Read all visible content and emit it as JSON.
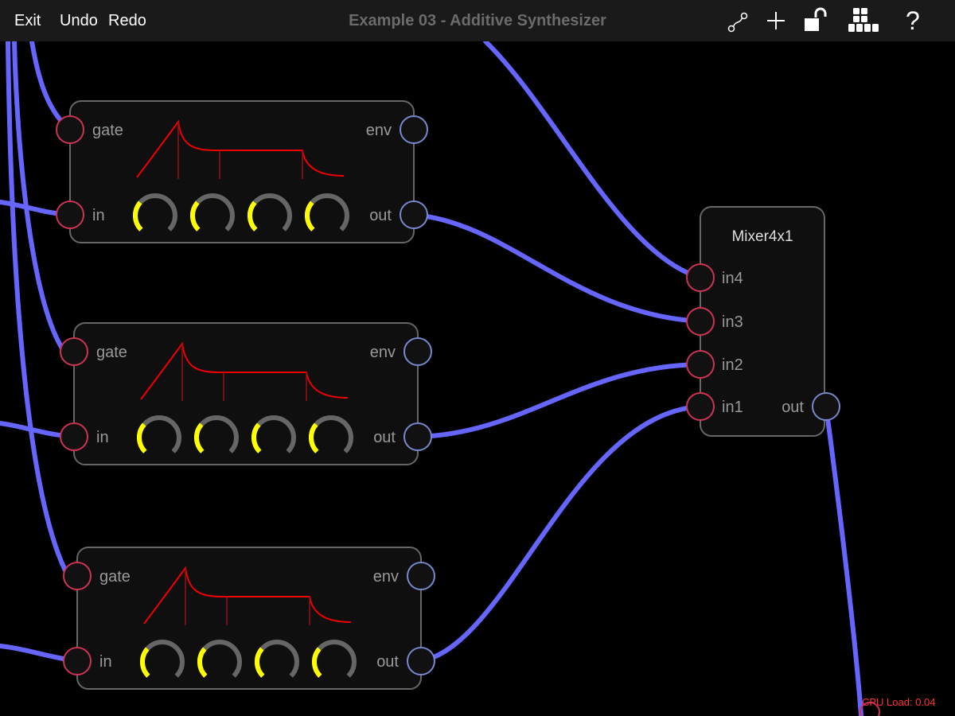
{
  "toolbar": {
    "exit_label": "Exit",
    "undo_label": "Undo",
    "redo_label": "Redo",
    "title": "Example 03 - Additive Synthesizer",
    "icons": [
      "patch-cable-icon",
      "add-icon",
      "unlock-icon",
      "modules-grid-icon"
    ],
    "help_label": "?"
  },
  "envelopes": [
    {
      "ports": {
        "gate": "gate",
        "in": "in",
        "env": "env",
        "out": "out"
      },
      "knobs": [
        0.32,
        0.32,
        0.32,
        0.32
      ]
    },
    {
      "ports": {
        "gate": "gate",
        "in": "in",
        "env": "env",
        "out": "out"
      },
      "knobs": [
        0.32,
        0.32,
        0.32,
        0.32
      ]
    },
    {
      "ports": {
        "gate": "gate",
        "in": "in",
        "env": "env",
        "out": "out"
      },
      "knobs": [
        0.32,
        0.32,
        0.32,
        0.32
      ]
    }
  ],
  "mixer": {
    "title": "Mixer4x1",
    "inputs": [
      "in4",
      "in3",
      "in2",
      "in1"
    ],
    "output": "out"
  },
  "status": {
    "cpu_load": "CPU Load: 0.04"
  },
  "colors": {
    "cable": "#6666ff",
    "input_port": "#cc3355",
    "output_port": "#7788cc",
    "knob_value": "#ffff00",
    "knob_track": "#666666",
    "envelope_curve": "#ee0000",
    "module_border": "#666666",
    "module_fill": "#0f0f0f",
    "label": "#999999"
  }
}
